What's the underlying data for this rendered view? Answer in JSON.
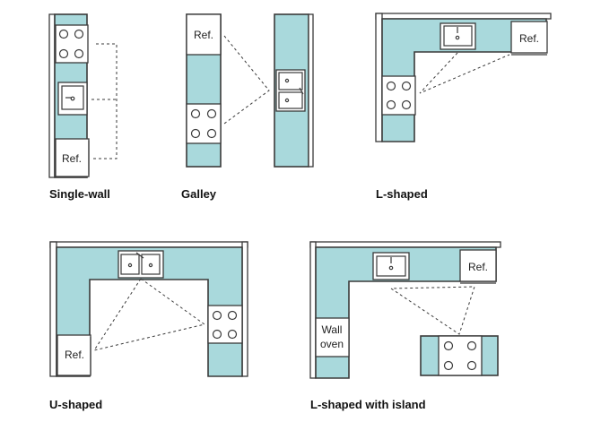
{
  "layouts": [
    {
      "caption": "Single-wall",
      "labels": {
        "ref": "Ref."
      }
    },
    {
      "caption": "Galley",
      "labels": {
        "ref": "Ref."
      }
    },
    {
      "caption": "L-shaped",
      "labels": {
        "ref": "Ref."
      }
    },
    {
      "caption": "U-shaped",
      "labels": {
        "ref": "Ref."
      }
    },
    {
      "caption": "L-shaped with island",
      "labels": {
        "ref": "Ref.",
        "oven_line1": "Wall",
        "oven_line2": "oven"
      }
    }
  ]
}
